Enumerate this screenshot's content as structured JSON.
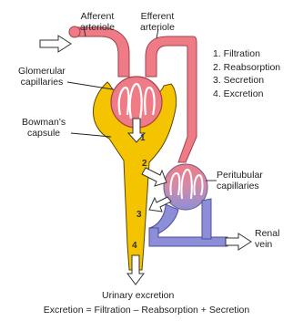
{
  "labels": {
    "afferent": [
      "Afferent",
      "arteriole"
    ],
    "efferent": [
      "Efferent",
      "arteriole"
    ],
    "glomerular": [
      "Glomerular",
      "capillaries"
    ],
    "bowmans": [
      "Bowman's",
      "capsule"
    ],
    "peritubular": [
      "Peritubular",
      "capillaries"
    ],
    "renal_vein": [
      "Renal",
      "vein"
    ],
    "urinary": "Urinary excretion"
  },
  "steps": [
    "1. Filtration",
    "2. Reabsorption",
    "3. Secretion",
    "4. Excretion"
  ],
  "step_numbers": [
    "1",
    "2",
    "3",
    "4"
  ],
  "equation": "Excretion = Filtration – Reabsorption + Secretion",
  "colors": {
    "capsule": "#f5c400",
    "capsule_stroke": "#5a4600",
    "blood_red": "#ee7b86",
    "blood_stroke": "#a3404a",
    "blood_blue": "#8c8fd8",
    "blue_stroke": "#4b4f9a",
    "arrow_fill": "#ffffff"
  }
}
